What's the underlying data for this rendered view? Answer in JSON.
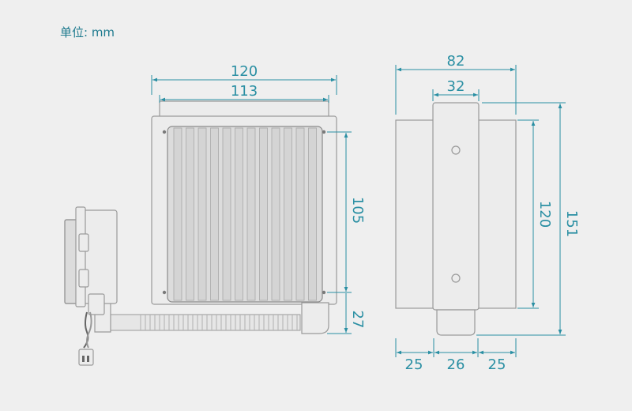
{
  "unit_label": "单位: mm",
  "front_view": {
    "width_outer": "120",
    "width_inner": "113",
    "height_holes": "105",
    "tube_offset": "27"
  },
  "side_view": {
    "width_total": "82",
    "bracket_width": "32",
    "fan_height": "120",
    "total_height": "151",
    "segment_left": "25",
    "segment_middle": "26",
    "segment_right": "25"
  },
  "colors": {
    "dimension": "#2a8fa3",
    "part_stroke": "#9a9a9a",
    "background": "#efefef"
  }
}
